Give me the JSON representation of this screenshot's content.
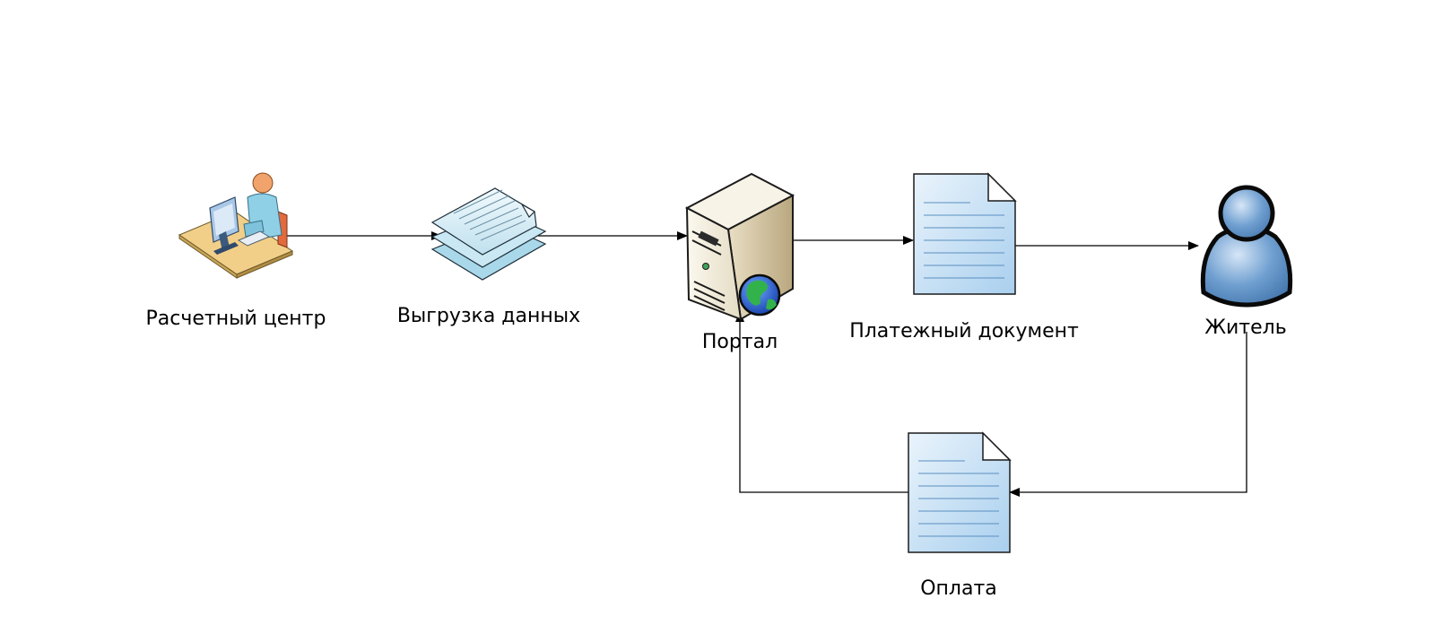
{
  "diagram": {
    "nodes": {
      "billing_center": {
        "label": "Расчетный центр",
        "icon": "person-at-workstation-icon"
      },
      "data_export": {
        "label": "Выгрузка данных",
        "icon": "document-stack-icon"
      },
      "portal": {
        "label": "Портал",
        "icon": "web-server-icon"
      },
      "payment_document": {
        "label": "Платежный документ",
        "icon": "document-icon"
      },
      "resident": {
        "label": "Житель",
        "icon": "user-icon"
      },
      "payment": {
        "label": "Оплата",
        "icon": "document-icon"
      }
    },
    "edges": [
      {
        "from": "billing_center",
        "to": "data_export"
      },
      {
        "from": "data_export",
        "to": "portal"
      },
      {
        "from": "portal",
        "to": "payment_document"
      },
      {
        "from": "payment_document",
        "to": "resident"
      },
      {
        "from": "resident",
        "to": "payment"
      },
      {
        "from": "payment",
        "to": "portal"
      }
    ]
  }
}
